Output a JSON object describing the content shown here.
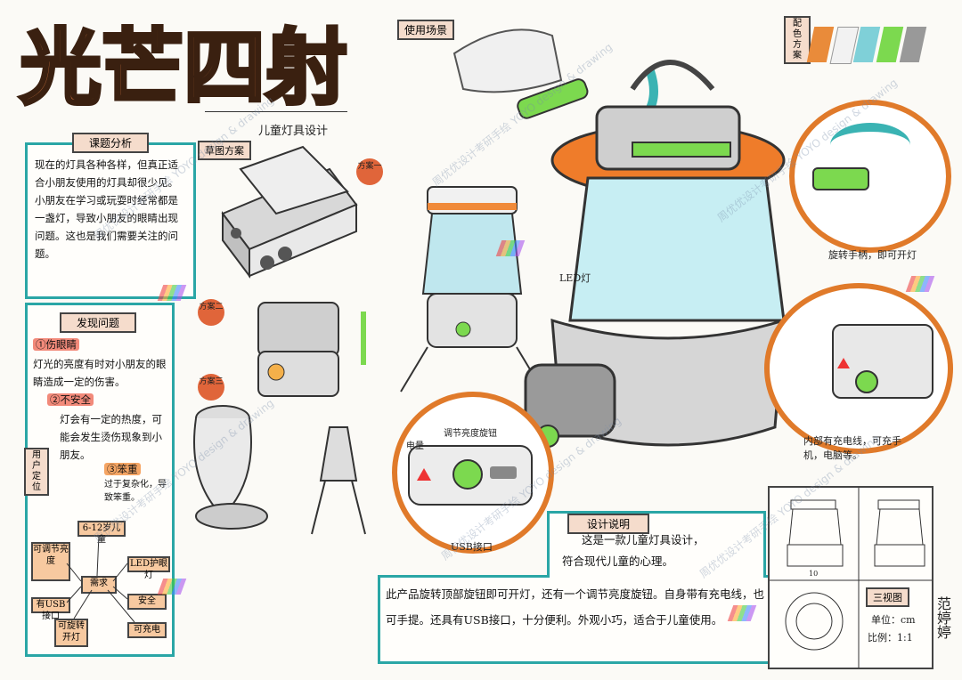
{
  "title": {
    "main": "光芒四射",
    "subtitle": "儿童灯具设计"
  },
  "sections": {
    "usage_label": "使用场景",
    "color_label": "配色方案",
    "scheme_label": "草图方案",
    "plan1": "方案一",
    "plan2": "方案二",
    "plan3": "方案三"
  },
  "topic_analysis": {
    "heading": "课题分析",
    "body": "现在的灯具各种各样，但真正适合小朋友使用的灯具却很少见。小朋友在学习或玩耍时经常都是一盏灯，导致小朋友的眼睛出现问题。这也是我们需要关注的问题。"
  },
  "problem_found": {
    "heading": "发现问题",
    "item1_label": "①伤眼睛",
    "item1_body": "灯光的亮度有时对小朋友的眼睛造成一定的伤害。",
    "item2_label": "②不安全",
    "item2_body": "灯会有一定的热度，可能会发生烫伤现象到小朋友。",
    "item3_label": "③笨重",
    "item3_body": "过于复杂化，导致笨重。",
    "side_label": "用户定位"
  },
  "mindmap": {
    "center": "需求",
    "age": "6-12岁儿童",
    "brightness": "可调节亮度",
    "led": "LED护眼灯",
    "usb": "有USB接口",
    "safe": "安全",
    "rotate": "可旋转开灯",
    "charge": "可充电"
  },
  "annotations": {
    "led": "LED灯",
    "rotate_handle": "旋转手柄，即可开灯",
    "power": "电量",
    "adjust_button": "调节亮度旋钮",
    "usb": "USB接口",
    "wire": "内部有充电线，可充手机，电脑等。"
  },
  "design_note": {
    "heading": "设计说明",
    "line1": "这是一款儿童灯具设计，",
    "line2": "符合现代儿童的心理。",
    "body": "此产品旋转顶部旋钮即可开灯，还有一个调节亮度旋钮。自身带有充电线，也可手提。还具有USB接口，十分便利。外观小巧，适合于儿童使用。"
  },
  "three_view": {
    "heading": "三视图",
    "unit": "单位：cm",
    "scale": "比例：1:1",
    "dim": "10"
  },
  "signature": "范婷婷",
  "watermark": "周优优设计考研手绘 YOYO design & drawing",
  "colors": {
    "teal": "#2aa6a6",
    "orange": "#e07a2a",
    "green": "#5ed04a",
    "brown": "#a0522d"
  }
}
